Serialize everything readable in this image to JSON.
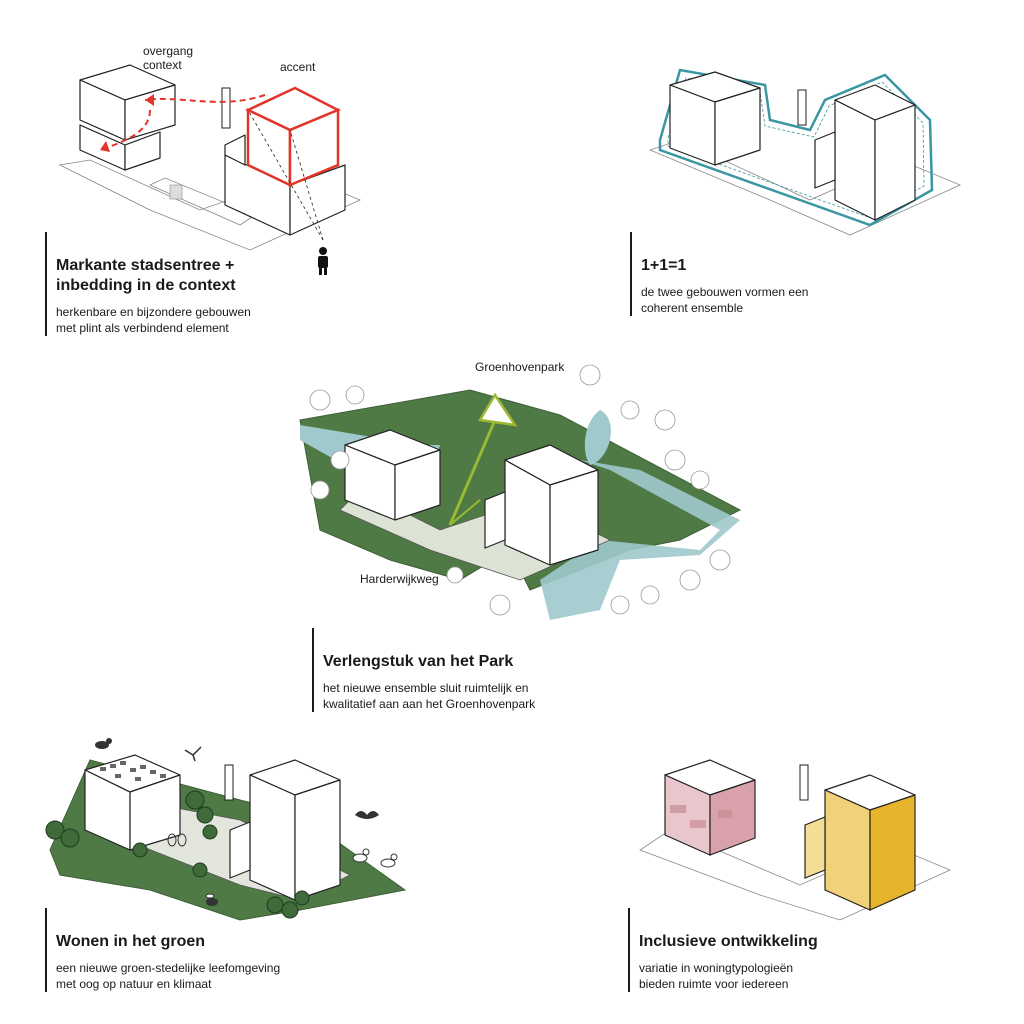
{
  "colors": {
    "accent_red": "#e3342a",
    "ensemble_teal": "#3a96a3",
    "park_green": "#4f7a46",
    "water_blue": "#9fc9cc",
    "route_green": "#9ab832",
    "housing_pink": "#c98b94",
    "housing_yellow": "#e7b52c"
  },
  "panel1": {
    "label_overgang": "overgang\ncontext",
    "label_accent": "accent",
    "title": "Markante stadsentree +\ninbedding in de context",
    "text": "herkenbare en bijzondere gebouwen\nmet plint als verbindend element",
    "icons": [
      "person-icon"
    ]
  },
  "panel2": {
    "title": "1+1=1",
    "text": "de twee gebouwen vormen een\ncoherent ensemble"
  },
  "panel3": {
    "label_park": "Groenhovenpark",
    "label_road": "Harderwijkweg",
    "title": "Verlengstuk van het Park",
    "text": "het nieuwe ensemble sluit ruimtelijk en\nkwalitatief aan aan het Groenhovenpark"
  },
  "panel4": {
    "title": "Wonen in het groen",
    "text": "een nieuwe groen-stedelijke leefomgeving\nmet oog op natuur en klimaat",
    "icons": [
      "bird-icon",
      "swallow-icon",
      "bat-icon",
      "butterfly-icon",
      "bee-icon",
      "duck-icon"
    ]
  },
  "panel5": {
    "title": "Inclusieve ontwikkeling",
    "text": "variatie in woningtypologieën\nbieden ruimte voor iedereen"
  }
}
